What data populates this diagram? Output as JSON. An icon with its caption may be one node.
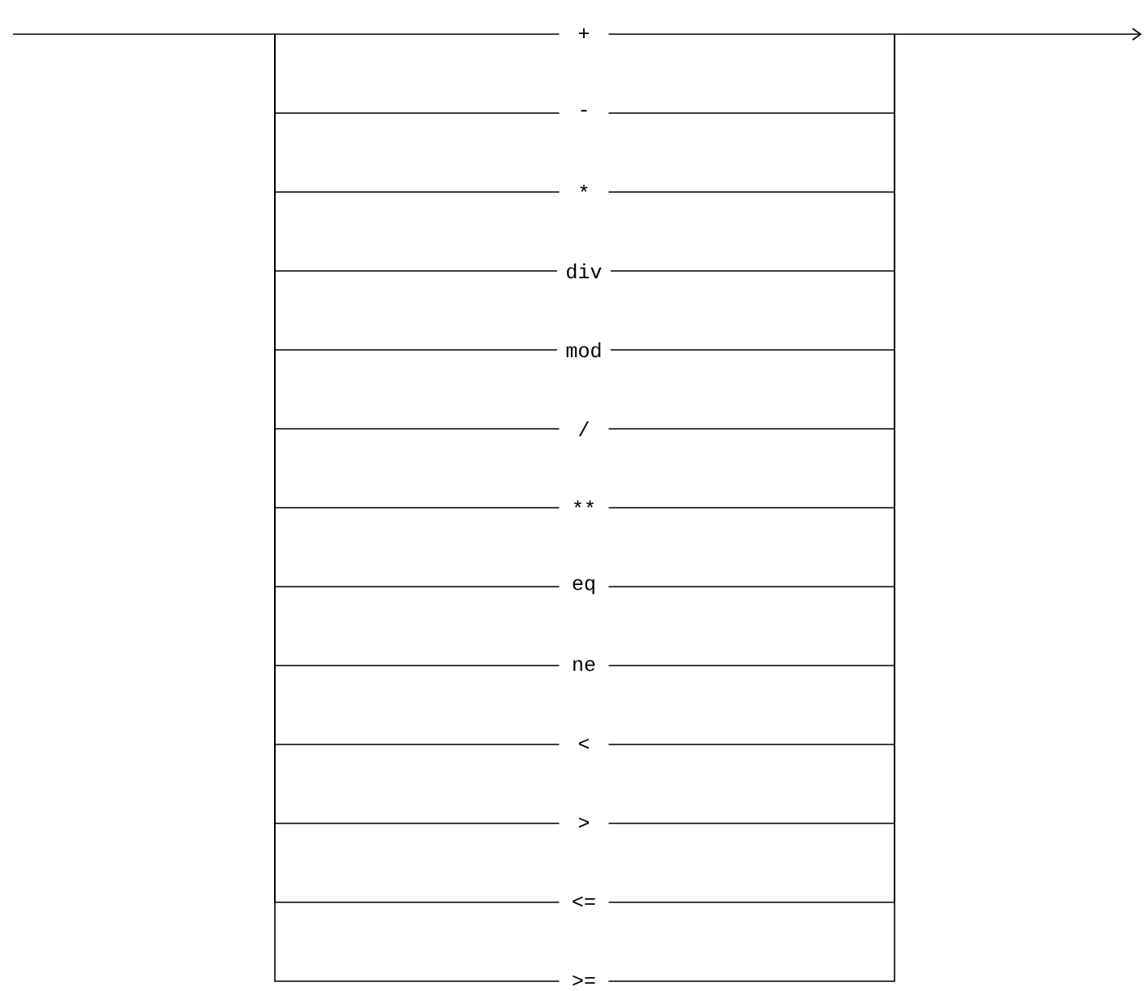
{
  "diagram": {
    "nodes": [
      {
        "text": [
          "+"
        ]
      },
      {
        "text": [
          "-"
        ]
      },
      {
        "text": [
          "*"
        ]
      },
      {
        "text": [
          "div"
        ]
      },
      {
        "text": [
          "mod"
        ]
      },
      {
        "text": [
          "/"
        ]
      },
      {
        "text": [
          "**"
        ]
      },
      {
        "text": [
          "eq"
        ]
      },
      {
        "text": [
          "ne"
        ]
      },
      {
        "text": [
          "<"
        ]
      },
      {
        "text": [
          ">"
        ]
      },
      {
        "text": [
          "<="
        ]
      },
      {
        "text": [
          ">="
        ]
      }
    ],
    "edges": [
      {
        "from": null,
        "to": 0,
        "arrow": "none"
      },
      {
        "from": null,
        "to": 1,
        "arrow": "none"
      },
      {
        "from": null,
        "to": 2,
        "arrow": "none"
      },
      {
        "from": null,
        "to": 3,
        "arrow": "none"
      },
      {
        "from": null,
        "to": 4,
        "arrow": "none"
      },
      {
        "from": null,
        "to": 5,
        "arrow": "none"
      },
      {
        "from": null,
        "to": 6,
        "arrow": "none"
      },
      {
        "from": null,
        "to": 7,
        "arrow": "none"
      },
      {
        "from": null,
        "to": 8,
        "arrow": "none"
      },
      {
        "from": null,
        "to": 9,
        "arrow": "none"
      },
      {
        "from": null,
        "to": 10,
        "arrow": "none"
      },
      {
        "from": null,
        "to": 11,
        "arrow": "none"
      },
      {
        "from": null,
        "to": 12,
        "arrow": "none"
      },
      {
        "from": 0,
        "to": null,
        "arrow": "to"
      },
      {
        "from": 1,
        "to": null,
        "arrow": "to"
      },
      {
        "from": 2,
        "to": null,
        "arrow": "to"
      },
      {
        "from": 3,
        "to": null,
        "arrow": "to"
      },
      {
        "from": 4,
        "to": null,
        "arrow": "to"
      },
      {
        "from": 5,
        "to": null,
        "arrow": "to"
      },
      {
        "from": 6,
        "to": null,
        "arrow": "to"
      },
      {
        "from": 7,
        "to": null,
        "arrow": "to"
      },
      {
        "from": 8,
        "to": null,
        "arrow": "to"
      },
      {
        "from": 9,
        "to": null,
        "arrow": "to"
      },
      {
        "from": 10,
        "to": null,
        "arrow": "to"
      },
      {
        "from": 11,
        "to": null,
        "arrow": "to"
      },
      {
        "from": 12,
        "to": null,
        "arrow": "to"
      }
    ]
  }
}
